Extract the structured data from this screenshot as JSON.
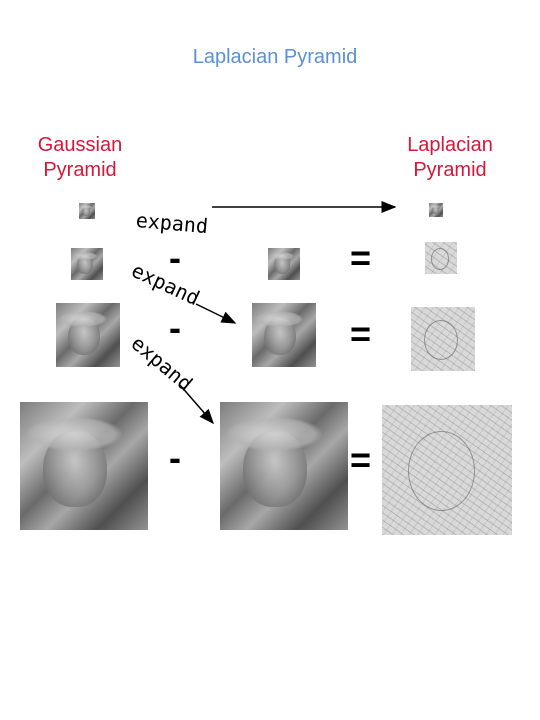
{
  "title": "Laplacian Pyramid",
  "gaussian_heading": "Gaussian\nPyramid",
  "laplacian_heading": "Laplacian\nPyramid",
  "expand_label": "expand",
  "minus_symbol": "-",
  "equals_symbol": "=",
  "colors": {
    "title": "#5b8fd6",
    "heading": "#d6163a",
    "arrow": "#000000"
  }
}
